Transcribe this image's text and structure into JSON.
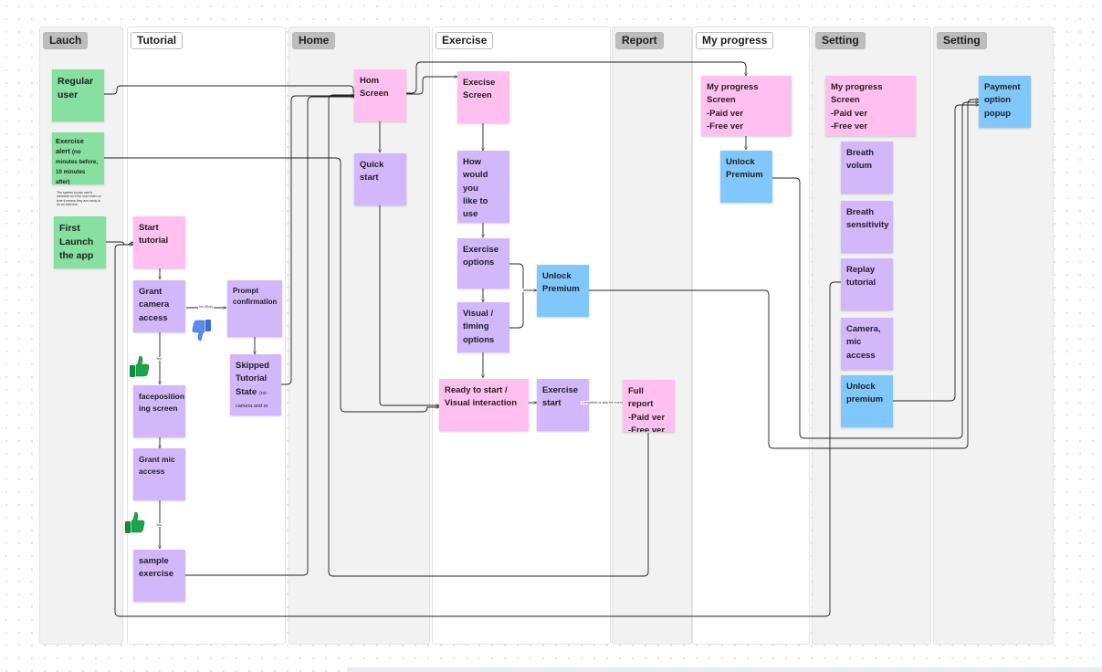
{
  "sections": [
    {
      "id": "launch",
      "label": "Lauch"
    },
    {
      "id": "tutorial",
      "label": "Tutorial"
    },
    {
      "id": "home",
      "label": "Home"
    },
    {
      "id": "exercise",
      "label": "Exercise"
    },
    {
      "id": "report",
      "label": "Report"
    },
    {
      "id": "my_progress",
      "label": "My progress"
    },
    {
      "id": "setting1",
      "label": "Setting"
    },
    {
      "id": "setting2",
      "label": "Setting"
    }
  ],
  "stickies": {
    "regular_user": "Regular\nuser",
    "exercise_alert_title": "Exercise\nalert",
    "exercise_alert_sub": "(no minutes before, 10 minutes after)",
    "first_launch": "First\nLaunch\nthe app",
    "start_tutorial": "Start\ntutorial",
    "grant_camera": "Grant\ncamera\naccess",
    "prompt_confirmation": "Prompt\nconfirmation",
    "skipped_title": "Skipped\nTutorial\nState",
    "skipped_sub": "(no camera and or mic access)",
    "faceposition": "faceposition\ning screen",
    "grant_mic": "Grant mic\naccess",
    "sample_exercise": "sample\nexercise",
    "home_screen": "Hom\nScreen",
    "quick_start": "Quick\nstart",
    "execise_screen": "Execise\nScreen",
    "how_would": "How\nwould you\nlike to use\nLungy\ntoday?",
    "exercise_options": "Exercise\noptions",
    "visual_timing": "Visual /\ntiming\noptions",
    "unlock_premium_ex": "Unlock\nPremium",
    "ready_to_start": "Ready to start /\nVisual interaction",
    "exercise_start": "Exercise\nstart",
    "full_report": "Full report\n-Paid ver\n-Free ver",
    "my_progress_screen": "My progress\nScreen\n-Paid ver\n-Free ver",
    "unlock_premium_mp": "Unlock\nPremium",
    "my_progress_screen_s": "My progress\nScreen\n-Paid ver\n-Free ver",
    "breath_volum": "Breath\nvolum",
    "breath_sensitivity": "Breath\nsensitivity",
    "replay_tutorial": "Replay\ntutorial",
    "camera_mic": "Camera,\nmic\naccess",
    "unlock_premium_s": "Unlock\npremium",
    "payment_popup": "Payment\noption\npopup"
  },
  "notes": {
    "system_note": "The system knows user's schedule so if the user enter on time it means they are ready to do an exercise."
  },
  "connector_labels": {
    "no_skip": "No (Skip)",
    "yes1": "Yes",
    "yes2": "Yes",
    "completed": "Completed or skip the exercise"
  },
  "colors": {
    "green": "#86e0a0",
    "pink": "#ffc0ef",
    "purple": "#d3b7fb",
    "blue": "#80c8fb"
  }
}
